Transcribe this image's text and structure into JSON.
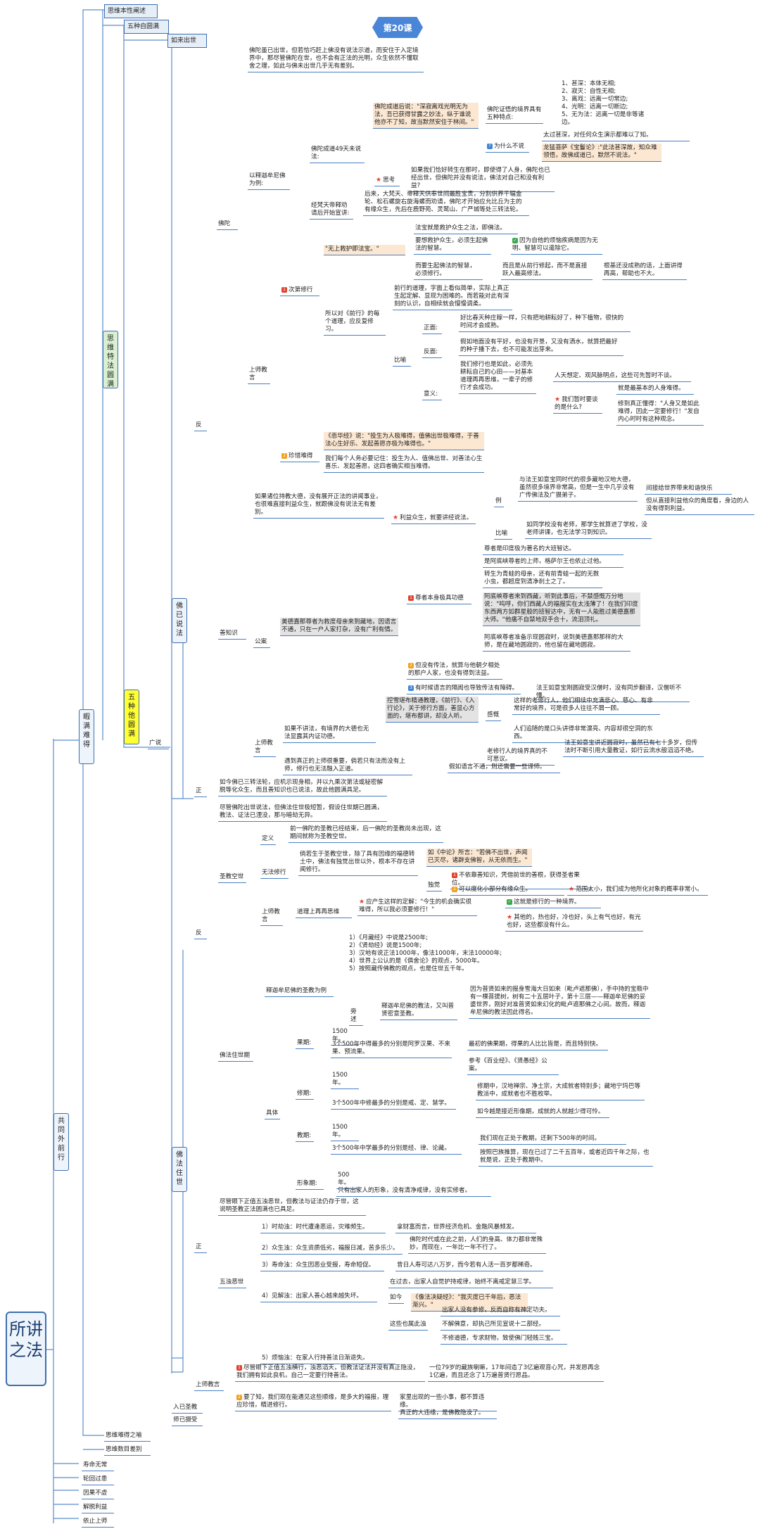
{
  "lesson_badge": "第20课",
  "root": "所讲之法",
  "left_branches": {
    "gongtong": "共同外前行",
    "xiaman": "暇满难得",
    "sibian": "思维特法圆满",
    "wuzhong_ta": "五种他圆满",
    "guangshuo": "广说",
    "siwei_benxing": "思维本性阐述",
    "wuzhong_zi": "五种自圆满",
    "rulaichushi": "如来出世",
    "fo_yi_shuo_fa": "佛已说法",
    "fo_zhu_shi": "佛法住世",
    "fan1": "反",
    "zheng1": "正",
    "fan2": "反",
    "zheng2": "正",
    "ru_ji_jiao": "入已圣教",
    "shi_yi_she_shou": "师已摄受",
    "xiaman_nan_de_zhi_yu": "思维难得之喻",
    "xiaman_shu_mu": "思维数目差别",
    "shou_ming_wu_chang": "寿命无常",
    "lunhui_guo_huan": "轮回过患",
    "yinguo_bu_xu": "因果不虚",
    "jietuo_li_yi": "解脱利益",
    "yizhi_shangshi": "依止上师"
  },
  "nodes": {
    "fotuo": "佛陀",
    "fotuo_intro": "佛陀虽已出世，但若恰巧赶上佛没有说法示道，而安住于入定境界中，那尽管佛陀在世，也不会有正法的光明，众生依然不懂取舍之理，如此与佛未出世几乎无有差别。",
    "yi_shijia": "以释迦牟尼佛为例:",
    "chengdao49": "佛陀成道49天未说法:",
    "chengdao_quote": "佛陀成道后说：\"深寂离戏光明无为法，吾已获得甘露之妙法，纵于谁说他亦不了知，故当默然安住于林间。\"",
    "wuzhong_tedian_title": "佛陀证悟的境界具有五种特点:",
    "tedian_list": [
      "1、甚深：本体无相;",
      "2、寂灭：自性无相;",
      "3、离戏：远离一切常边;",
      "4、光明：远离一切断边;",
      "5、无为法：远离一切是非等诸边。"
    ],
    "weishenme": "为什么不说",
    "weishenme_a": "太过甚深，对任何众生演示都难以了知。",
    "longmeng": "龙猛菩萨《宝鬘论》:\"此法甚深故，知众难领悟，故佛成道已，默然不说法。\"",
    "sikao": "思考",
    "sikao_text": "如果我们恰好转生在那时，即使得了人身，佛陀也已经出世，但佛陀并没有说法，佛法对自己和没有利益?",
    "jing_fanwang": "经梵天帝释劝请后开始宣讲:",
    "fanwang_text": "后来，大梵天、帝释天供奉世间最胜宝贵，分别供养千辐金轮、松石螺旋右旋海螺而劝请，佛陀才开始应允比丘为主的有缘众生，先后在鹿野苑、灵鹫山、广严城等处三转法轮。",
    "shangshi_jiaoyan1": "上师教言",
    "cidixiuxing": "次第修行",
    "wushang": "\"无上救护即法宝。\"",
    "fabao_text": "法宝就是救护众生之法，即佛法。",
    "yao_jiuhu": "要想救护众生，必须生起佛法的智慧。",
    "yinwei_fotuo": "因为自他的烦恼疾病是因为无明、智慧可以遣除它。",
    "er_yao_sheng": "而要生起佛法的智慧，必须修行。",
    "erqie": "而且是从前行修起，而不是直接跃入最高修法。",
    "genji": "根基还没成熟的话，上面讲得再高，帮助也不大。",
    "suoyi_yi": "所以对《前行》的每个道理，应反复修习。",
    "qianxing_text": "前行的道理，字面上看似简单，实际上真正生起定解、显现为困难的。而若能对此有深刻的认识，自相续就会慢慢调柔。",
    "biyu": "比喻",
    "zhengmian": "正面:",
    "zhengmian_text": "好比春天种庄稼一样，只有把地耕耘好了，种下植物，很快的时间才会成熟。",
    "fanmian": "反面:",
    "fanmian_text": "假如地面没有平好，也没有开垦，又没有洒水，就算把最好的种子播下去，也不可能发出芽来。",
    "yiyi": "意义:",
    "yiyi_text": "我们修行也是如此，必须先耕耘自己的心田——对基本道理再再思维，一辈子的修行才会成功。",
    "rentian": "人天想定、观风脉明点，这些可先暂时不谈。",
    "women_zan": "我们暂时要谈的是什么?",
    "jiushi": "就是最基本的人身难得。",
    "xiuxing_zhen": "修到真正懂得：\"人身又是如此难得，因此一定要修行！\"发自内心时时有这种观念。",
    "zhenxi_nande": "珍惜难得",
    "fahua_quote": "《悲华经》说：\"投生为人极难得，值佛出世极难得，于善法心生好乐、发起善愿亦极为难得也。\"",
    "women_meige": "我们每个人务必要记住：投生为人、值佛出世、对善法心生喜乐、发起善愿，这四者确实相当难得。",
    "shanzhishi": "善知识",
    "shanzhishi_intro": "如果诸位持教大德，没有展开正法的讲闻事业，也很难直接利益众生，就跟佛没有说法无有差别。",
    "liyi_zhongsheng": "利益众生，就要讲经说法。",
    "li_label": "例",
    "li_text": "与法王如意宝同时代的很多藏地汉地大德，虽然很多境界非常高，但是一生中几乎没有广传佛法及广摄弟子。",
    "jianjie": "间接给世界带来和谐快乐",
    "dan_yiwai": "但从直接利益他众的角度看，身边的人没有得到利益。",
    "biyu2": "比喻",
    "biyu2_text": "如同学校没有老师，那学生就算进了学校，没老师讲课，也无法学习到知识。",
    "gongan": "公案",
    "gongan_main": "美德嘉那尊者为救度母亲来到藏地，因语言不通，只在一户人家打杂，没有广利有情。",
    "zunzhe_ben": "尊者本身极具功德",
    "zunzhe_list": [
      "尊者是印度极为著名的大班智达。",
      "是阿底峡尊者的上师，格萨尔王也依止过他。",
      "转生为青蛙的母亲，还有前青蛙一起的无数小虫，都超度到清净刹土之了。"
    ],
    "adixia": "阿底峡尊者来到西藏，听到此事后，不禁感慨万分地说：\"呜呼，你们西藏人的福报实在太浅薄了！在我们印度东西两方如群星般的班智达中，无有一人能胜过美德嘉那大师。\"他痛不自禁地双手合十，流泪顶礼。",
    "adixia_zhunbei": "阿底峡尊者准备示现圆寂时，说到美德嘉那那样的大师，是在藏地圆寂的，他也留在藏地圆寂。",
    "danmei_chuanfa": "但没有传法，就算与他朝夕相处的那户人家，也没有得到法益。",
    "youshi_yuyan": "有时候语言的隔阂也导致传法有障碍。",
    "fawang_han": "法王如意宝刚圆寂受汉僧时，没有同步翻译，汉僧听不懂。",
    "shangshi_jiaoyan2": "上师教言",
    "rubu_jiang": "如果不讲法，有境界的大德也无法显露其内证功德。",
    "huangxin": "控雪堪布精通教理，《前行》、《入行论》，关于修行方面，善显心方面的，堪布都讲，却没人听。",
    "ganchu": "感慨",
    "ganchu_text": "这样的老修行人，他们相续中充满悲心、慈心、有非常好的境界，可是很多人往往不屑一顾。",
    "renmen_zhuzhu": "人们追随的是口头讲得非常漂亮、内容却很空洞的东西。",
    "laoxiuxing": "老修行人的境界真的不可思议。",
    "fawang_ruyi": "法王如意宝讲近圆寂时，虽然已有七十多岁，但传法时不断引用大量教证，如行云流水般滔滔不绝。",
    "yudao_zhenzheng": "遇到真正的上师很重要，倘若只有法而没有上师，修行也无法融入正道。",
    "jiaru_yuyan": "假如语言不通，则还需要一些译师。",
    "zheng_text": "如今佛已三转法轮，应机示现身相，并以九乘次第法或秘密解脱等化众生，而且善知识也已说法，故此他圆满具足。",
    "fo_zhushi_intro": "尽管佛陀出世说法，但佛法住世极短暂，假设住世期已圆满，教法、证法已湮没，那与暗劫无异。",
    "shengjiao_kongshi": "圣教空世",
    "dingyi": "定义",
    "dingyi_text": "前一佛陀的圣教已经结束，后一佛陀的圣教尚未出现，这期间就称为圣教空世。",
    "wufa_xiuxing": "无法修行",
    "wufa_text": "倘若生于圣教空世，除了具有因缘的福德转土中，佛法有独觉出世以外，根本不存在讲闻修行。",
    "ruzhonglun": "如《中论》所言：\"若佛不出世，声闻已灭尽，诸辟支佛智，从无依而生。\"",
    "dujue": "独觉",
    "dujue_1": "不依靠善知识，凭借前世的善根，获得圣者果位。",
    "dujue_2": "可以度化小部分有缘众生。",
    "fanwei_xiao": "范围太小，我们成为他所化对象的概率非常小。",
    "shangshi_jiaoyan3": "上师教言",
    "daoli_shang": "道理上再再思维",
    "yingchansheng": "应产生这样的定解：\"今生的机会确实很难得，所以我必须要修行！\"",
    "zhe_jiushi": "这就是修行的一种境界。",
    "qita_de": "其他的，热也好，冷也好，头上有气也好，有光也好，这些都没有什么。",
    "fojiao_zhushi": "佛法住世期",
    "shijia_title": "释迦牟尼佛的圣教为例",
    "shijia_list": [
      "1）《月藏经》中说是2500年;",
      "2）《贤劫经》说是1500年;",
      "3）汉地有说正法1000年，像法1000年，末法10000年;",
      "4）世界上公认的是《俱舍论》的观点，5000年。",
      "5）按照藏传佛教的观点，也是住世五千年。"
    ],
    "pangshu": "旁述",
    "pangshu_a": "释迦牟尼佛的教法，又叫普贤密意圣教。",
    "pangshu_b": "因为普贤如来的报身雪海大日如来（毗卢遮那佛），手中持的宝瓶中有一棵菩提树，树有二十五层叶子，第十三层——释迦牟尼佛的妥婆世界，刚好对准普贤如来幻化的毗卢遮那佛之心间。故而，释迦牟尼佛的教法因此得名。",
    "juti": "具体",
    "guo_qi": "果期:",
    "guo_1500": "1500年。",
    "guo_3x500": "3个500年中得最多的分别是阿罗汉果、不来果、预流果。",
    "zuichu": "最初的佛果期，得果的人比比皆是，而且特别快。",
    "cankao": "参考《百业经》、《贤愚经》公案。",
    "xiu_qi": "修期:",
    "xiu_1500": "1500年。",
    "xiu_3x500": "3个500年中修最多的分别是戒、定、慧学。",
    "xiu_text": "修期中，汉地禅宗、净土宗，大成就者特别多；藏地宁玛巴等教派中，成就者也不胜枚举。",
    "ruxiang": "如今越是接近形像期，成就的人就越少得可怜。",
    "jiao_qi": "教期:",
    "jiao_1500": "1500年。",
    "jiao_3x500": "3个500年中学最多的分别是经、律、论藏。",
    "jiao_text1": "我们现在正处于教期，还剩下500年的时间。",
    "jiao_text2": "按照巴族推算，现在已过了二千五百年，或者近四千年之际，也就是说，正处于教期中。",
    "xingxiang_qi": "形象期:",
    "xing_500": "500年。",
    "xing_text": "只有出家人的形象，没有清净戒律，没有实修者。",
    "zheng2_intro": "尽管眼下正值五浊恶世，但教法与证法仍存于世，这说明圣教正法圆满也已具足。",
    "wuzhuo": "五浊恶世",
    "wz1": "1）时劫浊：时代遭逢恶运，灾难频生。",
    "wz1b": "拿财富而言，世界经济危机、金融风暴频发。",
    "wz2": "2）众生浊：众生资质低劣，福报日减，苦多乐少。",
    "wz2b": "佛陀时代或在此之前，人们的身高、体力都非常殊妙，而现在，一年比一年不行了。",
    "wz3": "3）寿命浊：众生因恶业受报，寿命短促。",
    "wz3b": "昔日人寿可达八万岁，而今若有人活一百岁都稀奇。",
    "wz4": "4）见解浊：出家人善心越来越失坏。",
    "wz4a": "在过去，出家人自觉护持戒律，始终不离戒定慧三学。",
    "ruyin": "如今",
    "ruyin_quote": "《像法决疑经》：\"我灭度已千年后，恶法渐兴。\"",
    "zhexie_ye": "这些也属此浊",
    "zx1": "出家人没有参修，反而自称有神定功夫。",
    "zx2": "不解佛意，却执己所见宣说十二部经。",
    "zx3": "不修道德，专求财物，致使佛门轻贱三宝。",
    "wz5": "5）烦恼浊：在家人行持善法日渐退失。",
    "shangshi_jiaoyan4": "上师教言",
    "jinguan": "尽管眼下正值五浊横行，浊恶滔天，但教法证法并没有真正隐没，我们拥有如此良机，自己一定要行持善法。",
    "yige79": "一位79岁的藏族喇嘛，17年间造了3亿遍观音心咒，并发愿再念1亿遍，而且还念了1万遍普贤行愿品。",
    "yaoliao": "要了知，我们现在能遇见这些顺缘，是多大的福报，理应珍惜，精进修行。",
    "jiali": "家里出现的一些小事，都不算违缘。",
    "zhenzheng": "真正的大违缘，是佛教隐没了。"
  }
}
